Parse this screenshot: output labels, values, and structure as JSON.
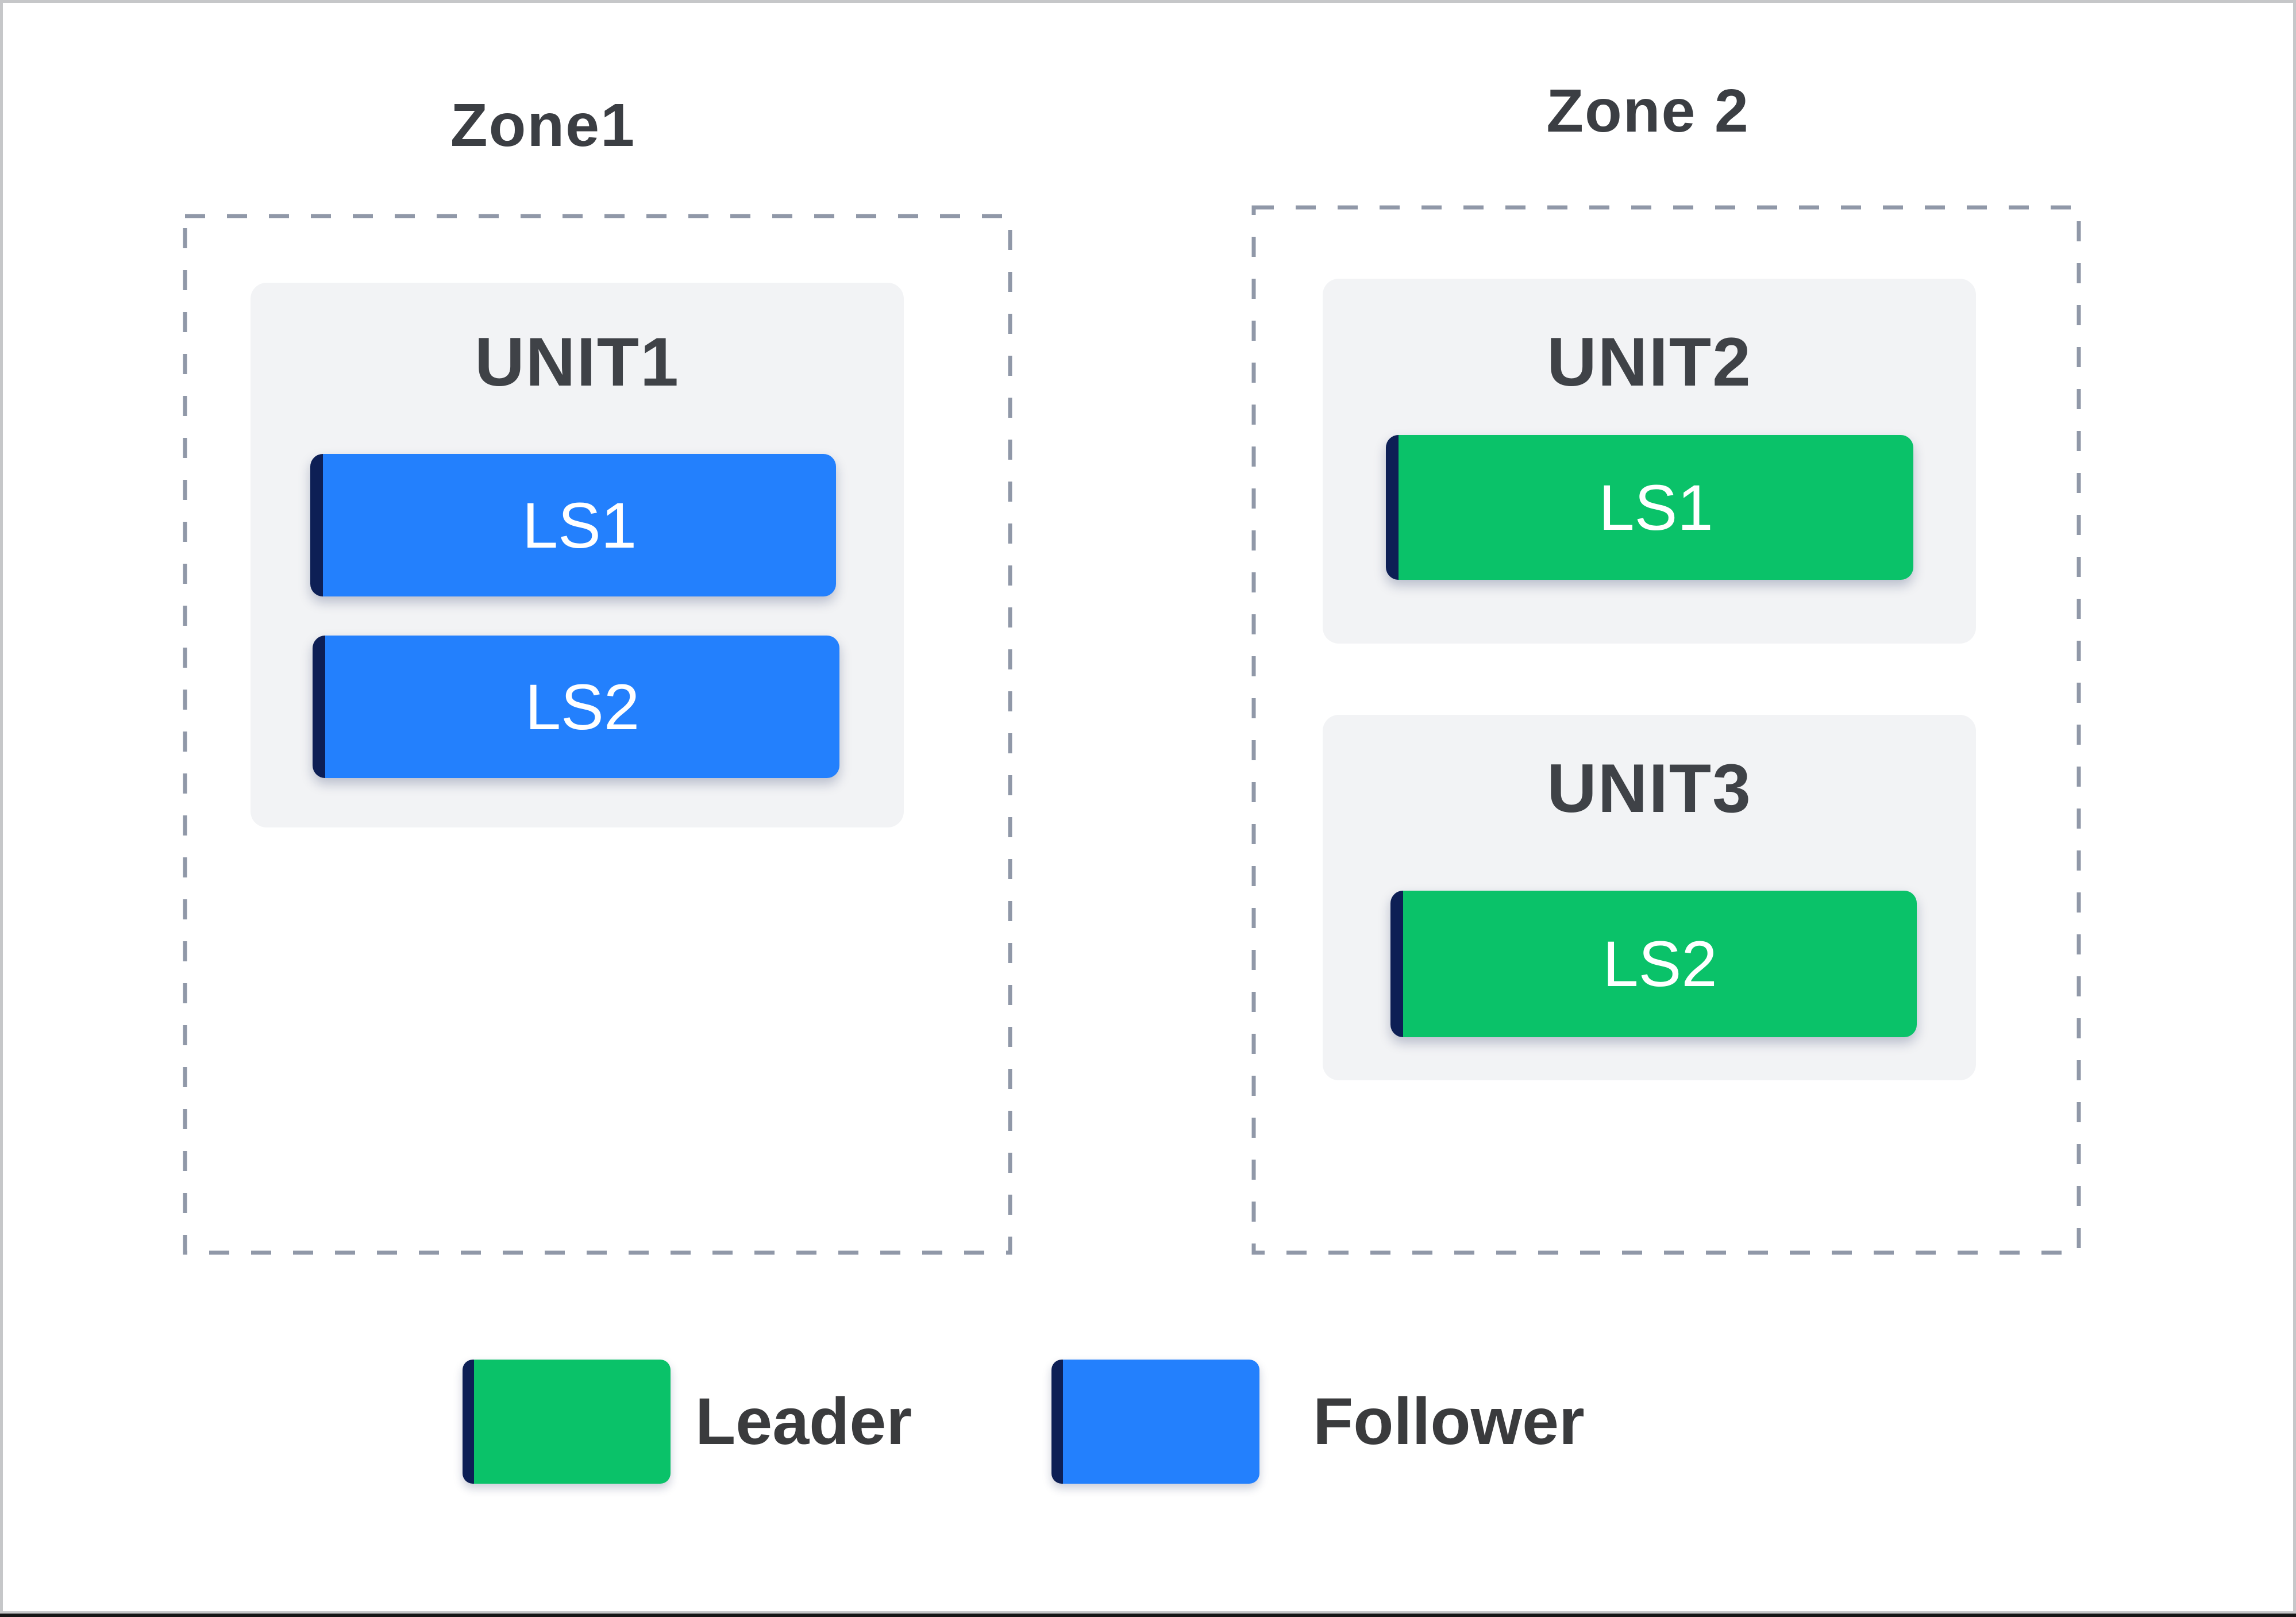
{
  "diagram": {
    "zones": [
      {
        "label": "Zone1",
        "units": [
          {
            "label": "UNIT1",
            "stores": [
              {
                "label": "LS1",
                "role": "follower"
              },
              {
                "label": "LS2",
                "role": "follower"
              }
            ]
          }
        ]
      },
      {
        "label": "Zone 2",
        "units": [
          {
            "label": "UNIT2",
            "stores": [
              {
                "label": "LS1",
                "role": "leader"
              }
            ]
          },
          {
            "label": "UNIT3",
            "stores": [
              {
                "label": "LS2",
                "role": "leader"
              }
            ]
          }
        ]
      }
    ],
    "legend": [
      {
        "label": "Leader",
        "role": "leader"
      },
      {
        "label": "Follower",
        "role": "follower"
      }
    ]
  },
  "colors": {
    "leader": "#0ac269",
    "follower": "#2380fd",
    "edge": "#0d1f55",
    "card_background": "#f2f3f5",
    "dashed_border": "#9098a8",
    "zone_label_text": "#3b3e43",
    "unit_label_text": "#3f4247",
    "store_label_text": "#ffffff",
    "legend_label_text": "#3a3b3d",
    "frame_border": "#c6c7c9",
    "page_background": "#ffffff"
  }
}
